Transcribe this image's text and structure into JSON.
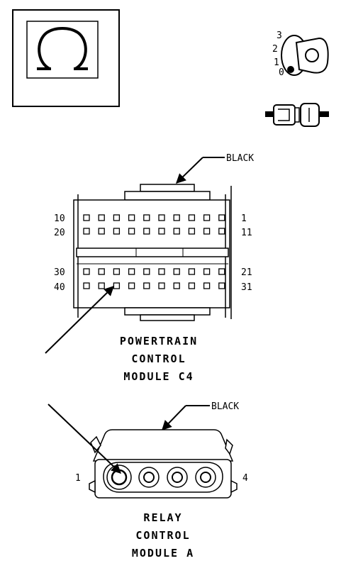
{
  "symbol": {
    "name": "ohm-symbol"
  },
  "ignition_key": {
    "positions": [
      "3",
      "2",
      "1",
      "0"
    ]
  },
  "pcm_connector": {
    "color_label": "BLACK",
    "pin_labels": {
      "row1_left": "10",
      "row1_right": "1",
      "row2_left": "20",
      "row2_right": "11",
      "row3_left": "30",
      "row3_right": "21",
      "row4_left": "40",
      "row4_right": "31"
    },
    "title": [
      "POWERTRAIN",
      "CONTROL",
      "MODULE C4"
    ]
  },
  "relay_connector": {
    "color_label": "BLACK",
    "pin_left": "1",
    "pin_right": "4",
    "title": [
      "RELAY",
      "CONTROL",
      "MODULE A"
    ]
  }
}
